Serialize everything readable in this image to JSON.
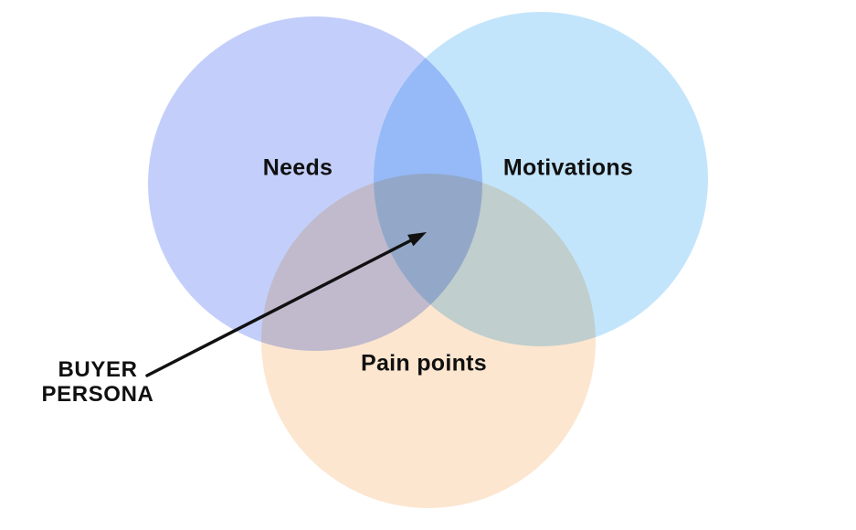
{
  "diagram": {
    "type": "venn-3",
    "background_color": "#ffffff",
    "text_color": "#101010",
    "circles": [
      {
        "id": "needs",
        "label": "Needs",
        "color": "#c3cffa"
      },
      {
        "id": "motivations",
        "label": "Motivations",
        "color": "#c3e5fc"
      },
      {
        "id": "pain_points",
        "label": "Pain points",
        "color": "#fce6d0"
      }
    ],
    "annotation": {
      "label": "BUYER\nPERSONA",
      "arrow_color": "#111111",
      "points_to": "triple-intersection"
    }
  }
}
